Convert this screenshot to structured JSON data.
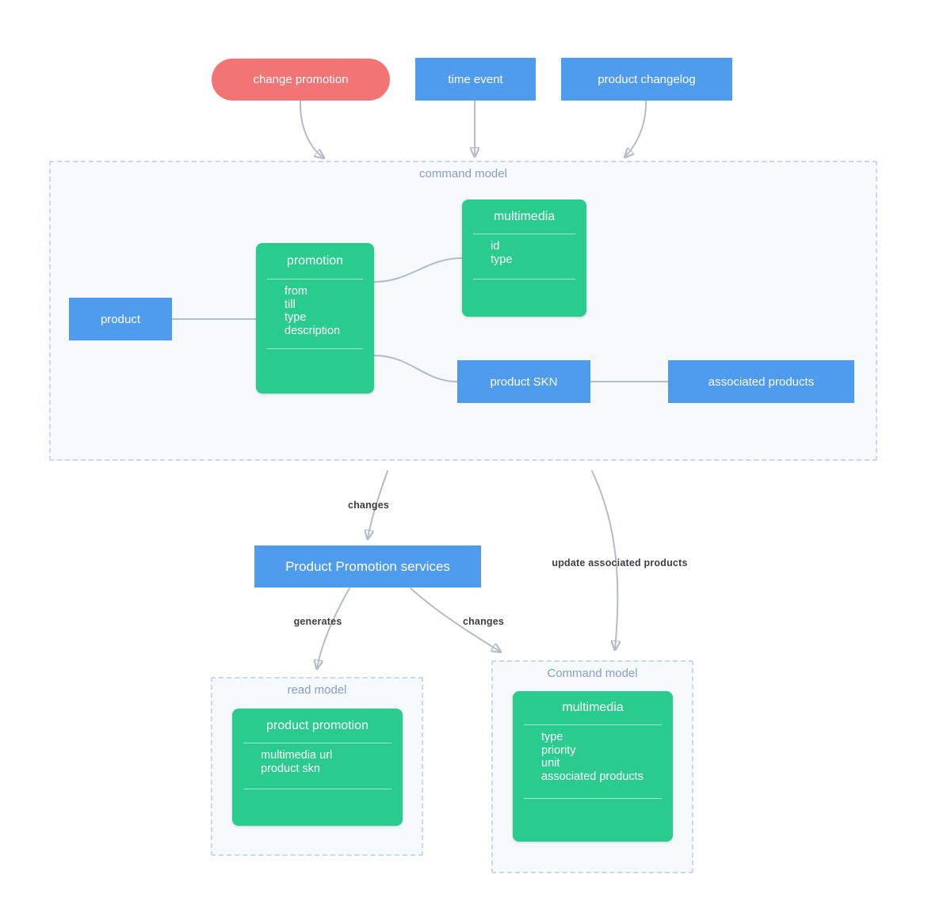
{
  "groups": {
    "command_model": {
      "label": "command model"
    },
    "read_model": {
      "label": "read model"
    },
    "command_model_2": {
      "label": "Command model"
    }
  },
  "nodes": {
    "change_promotion": {
      "label": "change promotion"
    },
    "time_event": {
      "label": "time event"
    },
    "product_changelog": {
      "label": "product changelog"
    },
    "product": {
      "label": "product"
    },
    "promotion": {
      "title": "promotion",
      "fields": [
        "from",
        "till",
        "type",
        "description"
      ]
    },
    "multimedia_command": {
      "title": "multimedia",
      "fields": [
        "id",
        "type"
      ]
    },
    "product_skn": {
      "label": "product SKN"
    },
    "associated_products": {
      "label": "associated products"
    },
    "product_promotion_services": {
      "label": "Product Promotion services"
    },
    "product_promotion": {
      "title": "product promotion",
      "fields": [
        "multimedia url",
        "product skn"
      ]
    },
    "multimedia_2": {
      "title": "multimedia",
      "fields": [
        "type",
        "priority",
        "unit",
        "associated products"
      ]
    }
  },
  "edge_labels": {
    "changes_top": "changes",
    "update_associated_products": "update associated products",
    "generates": "generates",
    "changes_bottom": "changes"
  },
  "colors": {
    "entity_green": "#2acb8f",
    "node_blue": "#4f9cee",
    "event_red": "#f37474",
    "connector_line": "#b6bbc7",
    "arrowhead": "#3b4046",
    "group_fill": "#f6fafd",
    "group_border": "#ccd6f1",
    "group_label_text": "#8b9cc7",
    "edge_label_text": "#3d4043"
  }
}
